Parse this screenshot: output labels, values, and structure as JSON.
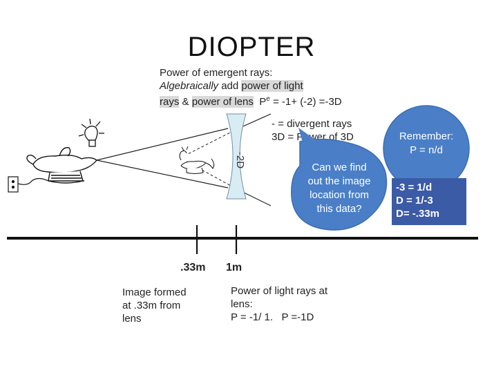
{
  "title": "DIOPTER",
  "emergent": {
    "line1": "Power of emergent rays:",
    "line2_italic": "Algebraically",
    "line2_add": " add ",
    "line2_hl": "power of light",
    "line3_hl1": "rays",
    "line3_amp": " & ",
    "line3_hl2": "power of lens",
    "line3_p": "P",
    "line3_sup": "e",
    "line3_eq": " = -1+ (-2) =-3D"
  },
  "divergent": {
    "line1": "- = divergent rays",
    "line2": "3D = Power of 3D"
  },
  "lens_label": "-2D",
  "question_bubble": [
    "Can we find",
    "out the image",
    "location from",
    "this data?"
  ],
  "remember_bubble": [
    "Remember:",
    "P = n/d"
  ],
  "calc_box": [
    "-3 = 1/d",
    "D = 1/-3",
    "D= -.33m"
  ],
  "axis": {
    "tick1_label": ".33m",
    "tick2_label": "1m"
  },
  "image_note": [
    "Image formed",
    "at .33m from",
    "lens"
  ],
  "power_note": [
    "Power of light rays at",
    "lens:",
    "P = -1/ 1.   P =-1D"
  ],
  "colors": {
    "bubble_blue": "#4a7fc8",
    "box_blue": "#3b5ba6",
    "lens_fill": "#d8ecf3",
    "highlight": "#d9d9d9"
  }
}
